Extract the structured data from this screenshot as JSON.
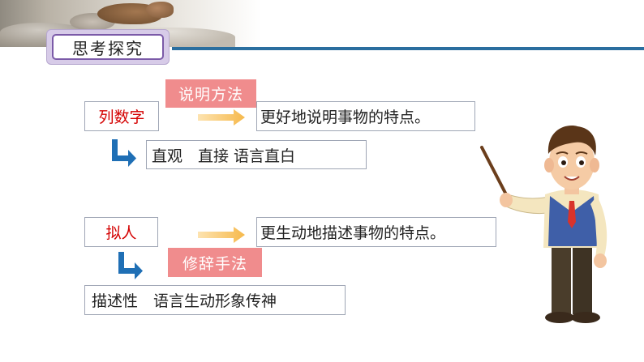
{
  "header": {
    "title": "思考探究"
  },
  "row1": {
    "label": "列数字",
    "method_tag": "说明方法",
    "result": "更好地说明事物的特点。",
    "feature": "直观　直接 语言直白"
  },
  "row2": {
    "label": "拟人",
    "method_tag": "修辞手法",
    "result": "更生动地描述事物的特点。",
    "feature": "描述性　语言生动形象传神"
  },
  "colors": {
    "accent_blue": "#2a6e9f",
    "tag_pink": "#f08c8d",
    "label_red": "#d40000",
    "frame_purple": "#7b5aa8"
  },
  "icons": [
    "right-arrow-icon",
    "elbow-arrow-icon",
    "squirrel-banner-image",
    "teacher-illustration"
  ]
}
